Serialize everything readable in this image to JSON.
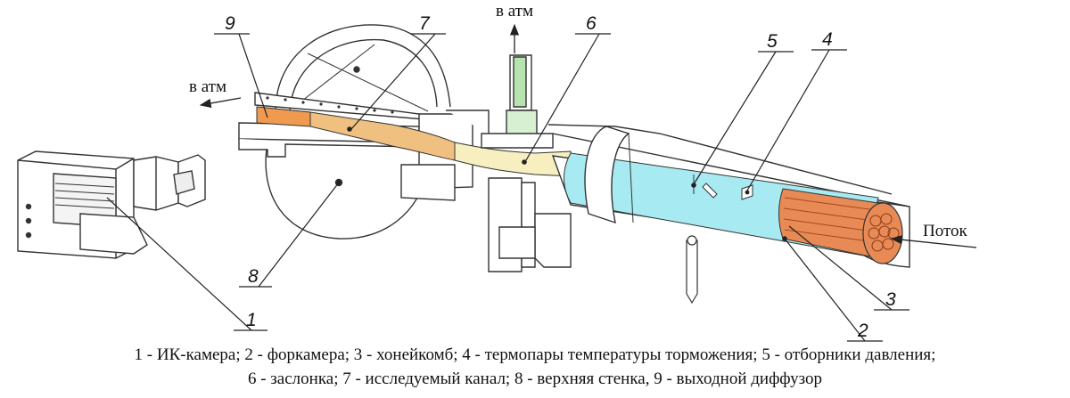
{
  "labels": {
    "atm_left": "в атм",
    "atm_top": "в атм",
    "flow": "Поток"
  },
  "callouts": [
    "1",
    "2",
    "3",
    "4",
    "5",
    "6",
    "7",
    "8",
    "9"
  ],
  "caption": {
    "line1": "1 - ИК-камера; 2 - форкамера; 3 - хонейкомб; 4 - термопары температуры торможения; 5 - отборники давления;",
    "line2": "6 - заслонка; 7 - исследуемый канал; 8 - верхняя стенка, 9 - выходной диффузор"
  },
  "colors": {
    "line": "#333333",
    "channel": "#f0c080",
    "diffuser": "#f09a50",
    "throat": "#f8efc0",
    "prechamber": "#a8eaf2",
    "honeycomb": "#e88a55",
    "shutter": "#b6e3b0"
  }
}
